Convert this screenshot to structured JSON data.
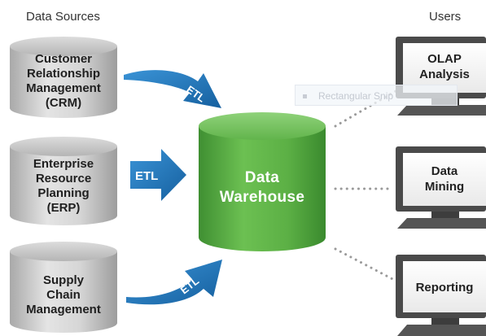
{
  "headings": {
    "data_sources": "Data Sources",
    "users": "Users"
  },
  "sources": [
    {
      "lines": [
        "Customer",
        "Relationship",
        "Management",
        "(CRM)"
      ]
    },
    {
      "lines": [
        "Enterprise",
        "Resource",
        "Planning",
        "(ERP)"
      ]
    },
    {
      "lines": [
        "Supply",
        "Chain",
        "Management"
      ]
    }
  ],
  "etl_labels": [
    "ETL",
    "ETL",
    "ETL"
  ],
  "warehouse": {
    "lines": [
      "Data",
      "Warehouse"
    ]
  },
  "users": [
    {
      "lines": [
        "OLAP",
        "Analysis"
      ]
    },
    {
      "lines": [
        "Data",
        "Mining"
      ]
    },
    {
      "lines": [
        "Reporting"
      ]
    }
  ],
  "overlay_tooltip": "Rectangular Snip",
  "colors": {
    "source_cylinder": "#c9c9c9",
    "warehouse_green": "#5bab45",
    "etl_arrow_blue": "#1f74b8",
    "monitor_dark": "#4a4a4a",
    "connector_dots": "#999999"
  }
}
